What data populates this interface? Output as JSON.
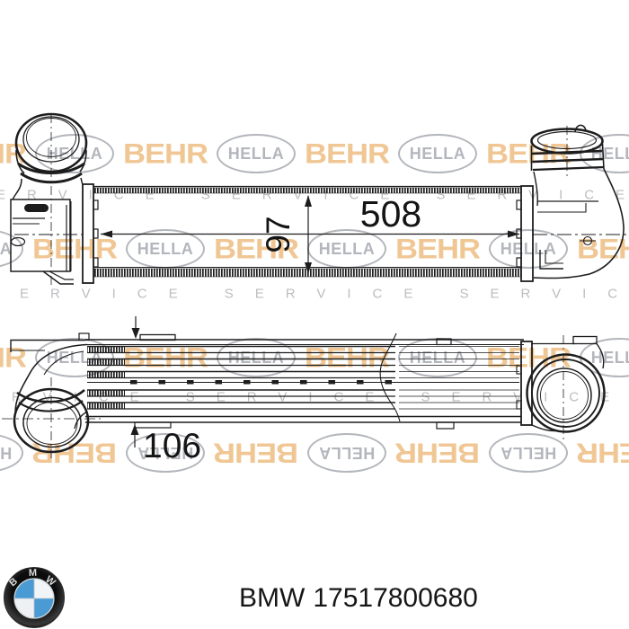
{
  "watermarks": {
    "behr_label": "BEHR",
    "hella_label": "HELLA",
    "service_label": "SERVICE",
    "behr_color": "rgba(228,153,61,0.55)",
    "hella_color": "rgba(128,134,144,0.60)",
    "service_color": "#bdbdc2"
  },
  "diagram": {
    "dim_length_mm": "508",
    "dim_height_mm": "97",
    "dim_depth_mm": "106"
  },
  "footer": {
    "brand": "BMW",
    "part_number": "17517800680",
    "roundel_letters": [
      "B",
      "M",
      "W"
    ],
    "roundel_blue": "#4a9bd4",
    "roundel_white": "#f2f5f7"
  }
}
